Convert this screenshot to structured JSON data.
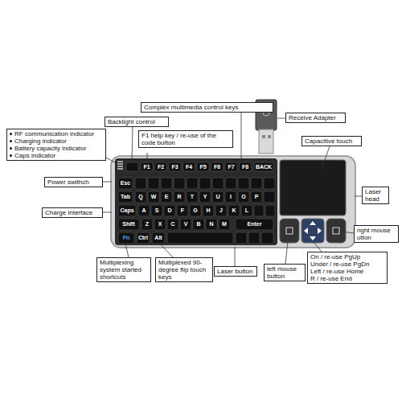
{
  "diagram": {
    "nodes": [
      {
        "text": [
          "Complex multimedia control keys"
        ]
      },
      {
        "text": [
          "Backlight control"
        ]
      },
      {
        "text": [
          "F1 help key / re-use of the code button"
        ]
      },
      {
        "text": [
          "Receive Adapter"
        ]
      },
      {
        "text": [
          "RF communication indicator",
          "Charging indicator",
          "Battery capacity indicator",
          "Caps indicator"
        ]
      },
      {
        "text": [
          "Capacitive touch"
        ]
      },
      {
        "text": [
          "Power swithch"
        ]
      },
      {
        "text": [
          "Laser head"
        ]
      },
      {
        "text": [
          "Charge interface"
        ]
      },
      {
        "text": [
          "right mouse utton"
        ]
      },
      {
        "text": [
          "Multiplexing system started shortcuts"
        ]
      },
      {
        "text": [
          "Multiplexed 90-degree flip touch keys"
        ]
      },
      {
        "text": [
          "Laser button"
        ]
      },
      {
        "text": [
          "left mouse button"
        ]
      },
      {
        "text": [
          "On / re-use PgUp",
          "Under / re-use PgDn",
          "Left / re-use Home",
          "R / re-use End"
        ]
      }
    ],
    "labels": [
      "F1",
      "F2",
      "F3",
      "F4",
      "F5",
      "F6",
      "F7",
      "F8",
      "BACK",
      "Esc",
      "Tab",
      "Q",
      "W",
      "E",
      "R",
      "T",
      "Y",
      "U",
      "I",
      "O",
      "P",
      "Caps",
      "A",
      "S",
      "D",
      "F",
      "G",
      "H",
      "J",
      "K",
      "L",
      "Shift",
      "Z",
      "X",
      "C",
      "V",
      "B",
      "N",
      "M",
      "Enter",
      "Fn",
      "Ctrl",
      "Alt"
    ]
  }
}
